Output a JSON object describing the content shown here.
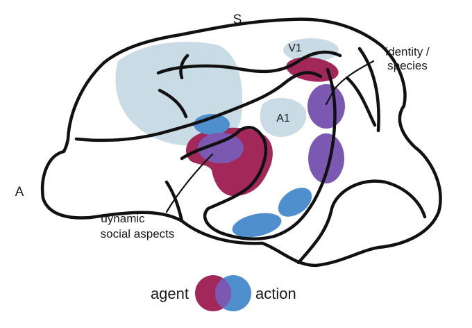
{
  "orientation": {
    "superior": "S",
    "anterior": "A"
  },
  "regions": {
    "v1": "V1",
    "a1": "A1"
  },
  "annotations": {
    "identity_line1": "identity /",
    "identity_line2": "species",
    "social_line1": "dynamic",
    "social_line2": "social aspects"
  },
  "legend": {
    "agent_label": "agent",
    "action_label": "action"
  },
  "colors": {
    "agent": "#a2285a",
    "action": "#4f8fcd",
    "overlap": "#7b59b2",
    "sensory_area": "#c9dbe4",
    "outline": "#111111"
  }
}
